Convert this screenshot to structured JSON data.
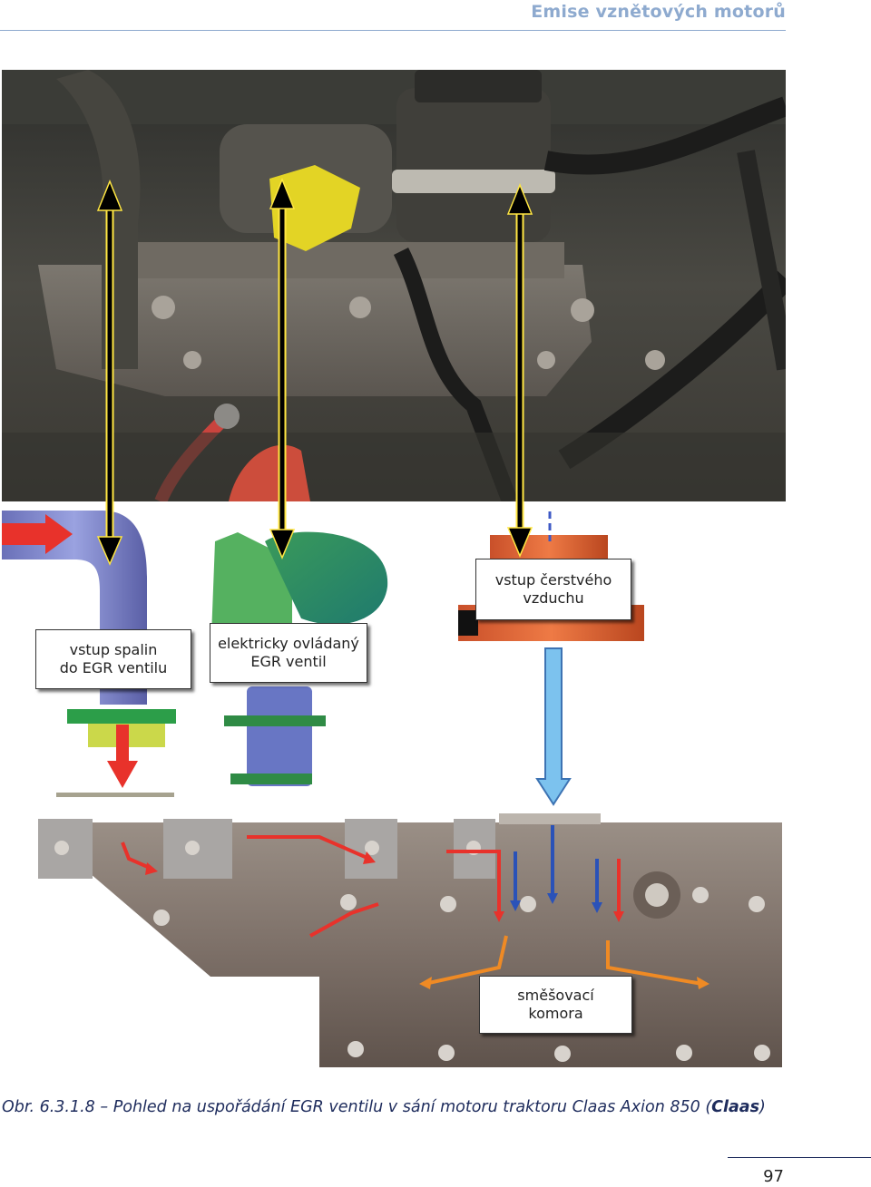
{
  "header": {
    "title": "Emise vznětových motorů"
  },
  "figure": {
    "labels": {
      "exhaust_inlet": [
        "vstup spalin",
        "do EGR ventilu"
      ],
      "egr_valve": [
        "elektricky ovládaný",
        "EGR ventil"
      ],
      "fresh_air": [
        "vstup čerstvého",
        "vzduchu"
      ],
      "mixing_chamber": [
        "směšovací",
        "komora"
      ]
    },
    "colors": {
      "exhaust_arrow": "#e8322b",
      "fresh_air_arrow": "#2a52b8",
      "mixed_arrow": "#ef8a24",
      "light_blue_arrow": "#7cc2ee",
      "photo_arrow": "#000000",
      "photo_arrow_outline": "#ffe642"
    }
  },
  "caption": {
    "text": "Obr. 6.3.1.8 – Pohled na uspořádání EGR ventilu v sání motoru traktoru Claas Axion 850 (",
    "bold": "Claas",
    "tail": ")"
  },
  "page_number": "97"
}
